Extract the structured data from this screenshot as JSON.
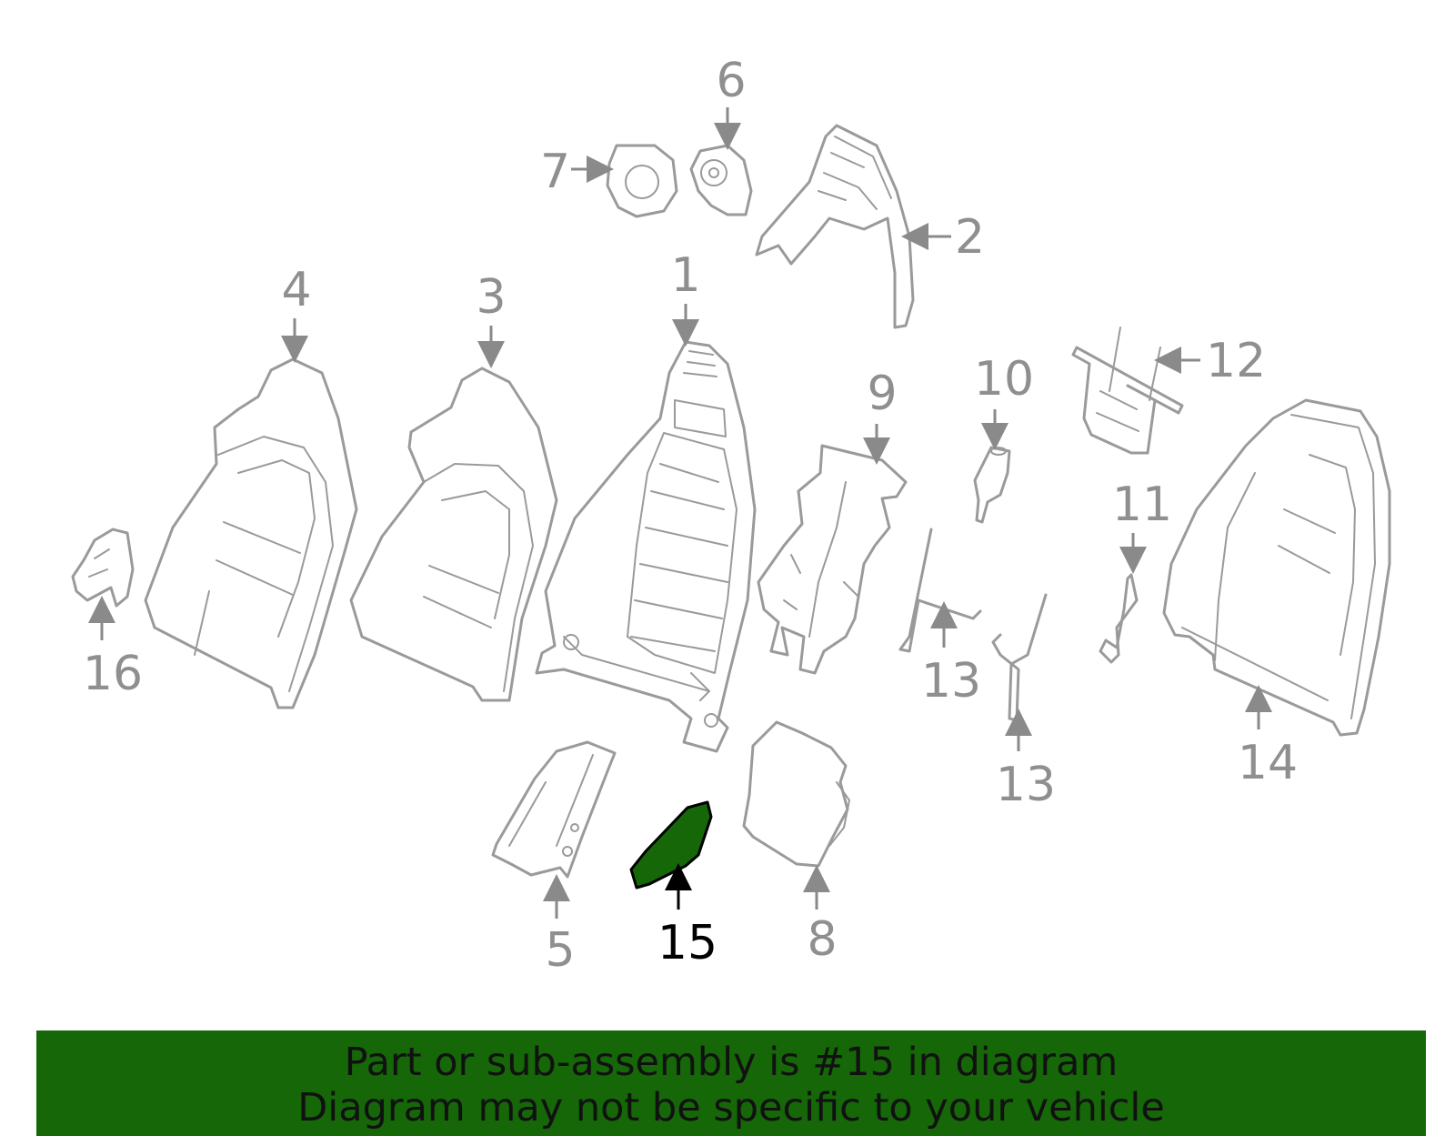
{
  "diagram": {
    "highlight_color": "#156708",
    "part_color": "#9a9a9a",
    "highlighted_part": "15",
    "callouts": [
      "1",
      "2",
      "3",
      "4",
      "5",
      "6",
      "7",
      "8",
      "9",
      "10",
      "11",
      "12",
      "13",
      "13",
      "14",
      "15",
      "16"
    ]
  },
  "banner": {
    "line1": "Part or sub-assembly is #15 in diagram",
    "line2": "Diagram may not be specific to your vehicle",
    "background": "#156708"
  }
}
